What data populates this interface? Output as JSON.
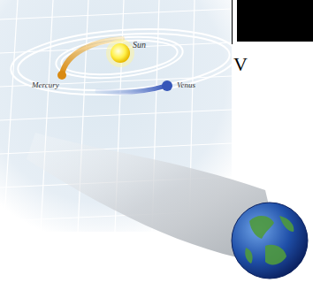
{
  "diagram": {
    "labels": [
      "Sun",
      "Mercury",
      "Venus",
      "V"
    ]
  }
}
